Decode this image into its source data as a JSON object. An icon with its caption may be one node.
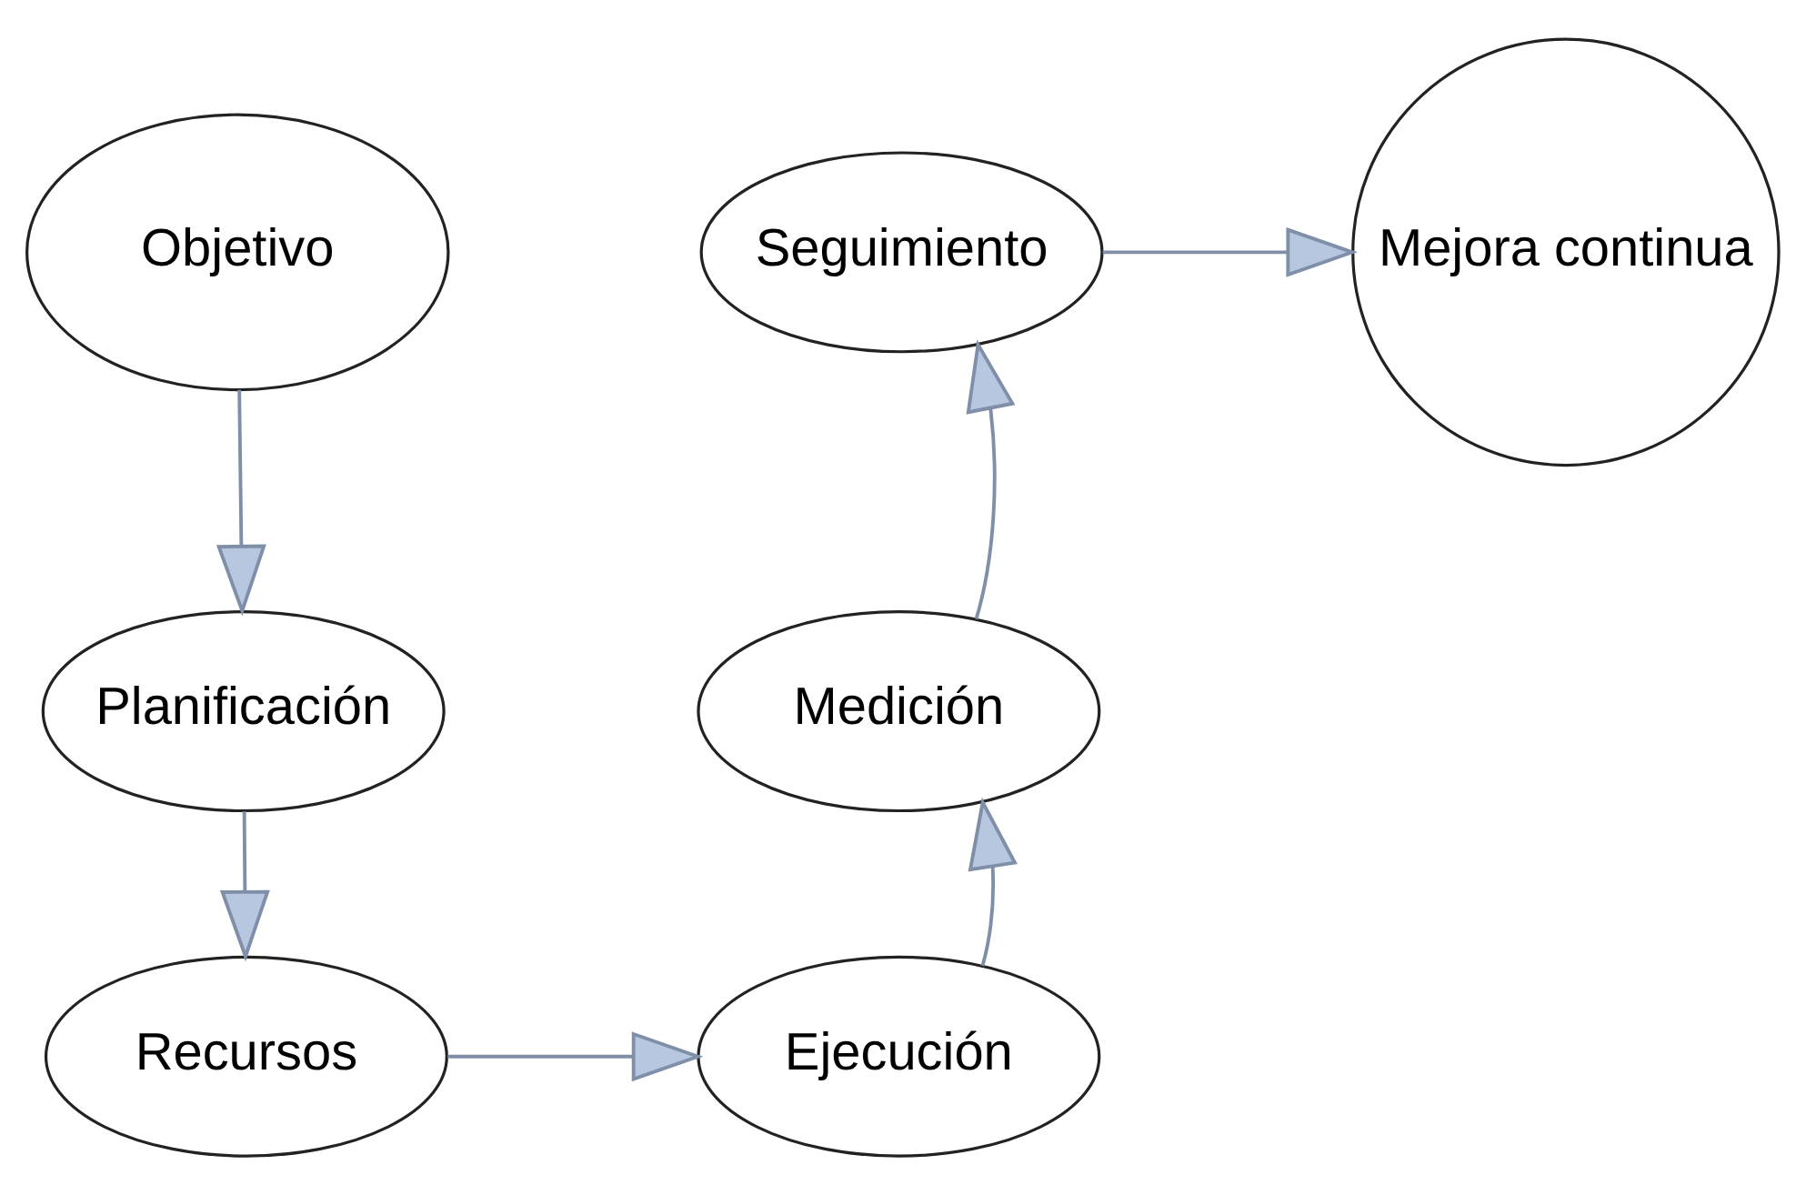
{
  "diagram": {
    "nodes": [
      {
        "text": [
          "Objetivo"
        ]
      },
      {
        "text": [
          "Planificación"
        ]
      },
      {
        "text": [
          "Recursos"
        ]
      },
      {
        "text": [
          "Ejecución"
        ]
      },
      {
        "text": [
          "Medición"
        ]
      },
      {
        "text": [
          "Seguimiento"
        ]
      },
      {
        "text": [
          "Mejora continua"
        ]
      }
    ],
    "edges": [
      {
        "from": 0,
        "to": 1,
        "arrow": "to"
      },
      {
        "from": 1,
        "to": 2,
        "arrow": "to"
      },
      {
        "from": 2,
        "to": 3,
        "arrow": "to"
      },
      {
        "from": 3,
        "to": 4,
        "arrow": "to"
      },
      {
        "from": 4,
        "to": 5,
        "arrow": "to"
      },
      {
        "from": 5,
        "to": 6,
        "arrow": "to"
      }
    ]
  }
}
